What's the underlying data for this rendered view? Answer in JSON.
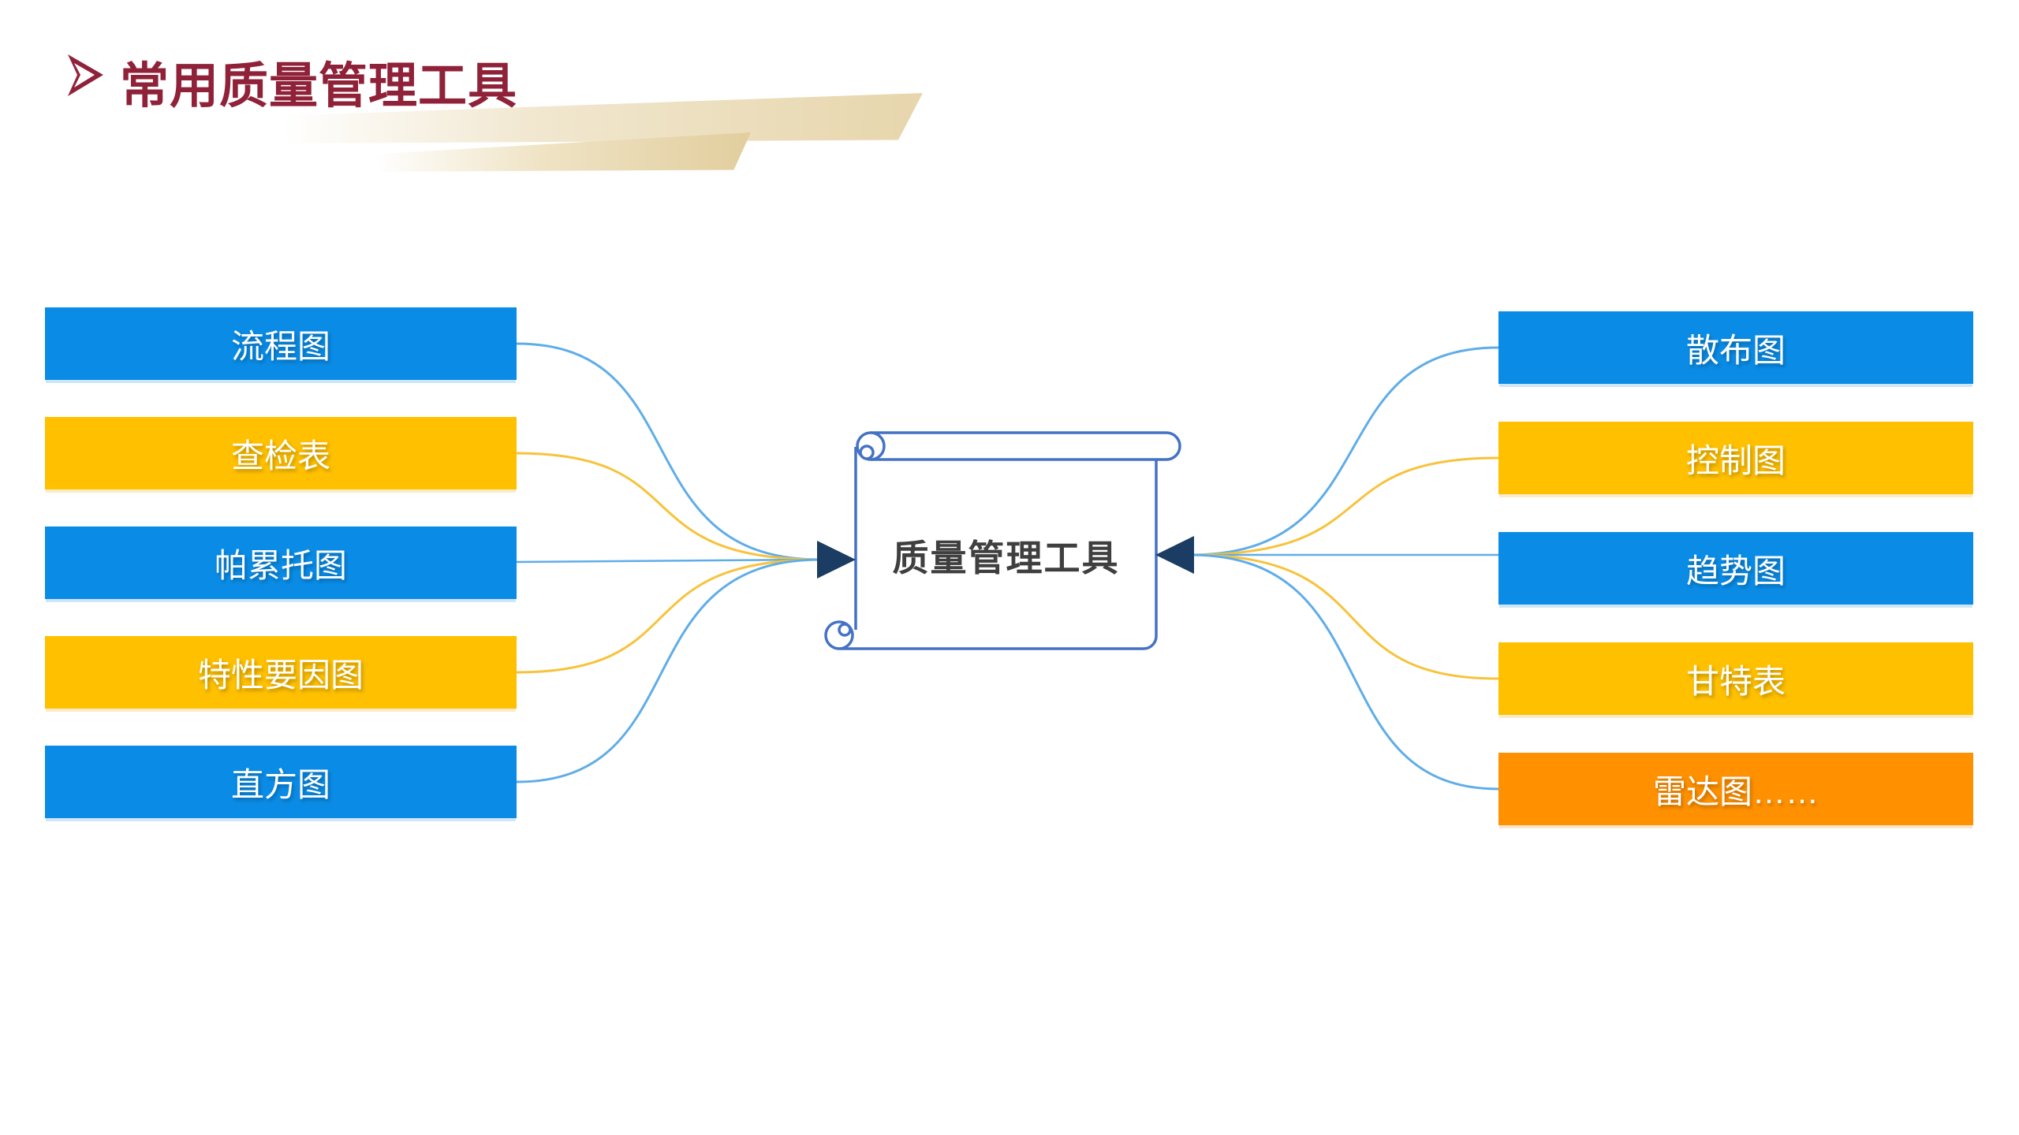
{
  "header": {
    "title": "常用质量管理工具"
  },
  "center_node": {
    "label": "质量管理工具"
  },
  "left_column": [
    {
      "label": "流程图",
      "fill": "blue"
    },
    {
      "label": "查检表",
      "fill": "gold"
    },
    {
      "label": "帕累托图",
      "fill": "blue"
    },
    {
      "label": "特性要因图",
      "fill": "gold"
    },
    {
      "label": "直方图",
      "fill": "blue"
    }
  ],
  "right_column": [
    {
      "label": "散布图",
      "fill": "blue"
    },
    {
      "label": "控制图",
      "fill": "gold"
    },
    {
      "label": "趋势图",
      "fill": "blue"
    },
    {
      "label": "甘特表",
      "fill": "gold"
    },
    {
      "label": "雷达图……",
      "fill": "orange"
    }
  ],
  "colors": {
    "box_blue": "#0A8CE6",
    "box_gold": "#FFC000",
    "box_orange": "#FF9100",
    "line_blue": "#5FADE8",
    "line_gold": "#F7C33C",
    "arrow_navy": "#1B3C63",
    "scroll_outline": "#4472C4",
    "title_maroon": "#8F2239",
    "center_text": "#3F3F3F"
  }
}
